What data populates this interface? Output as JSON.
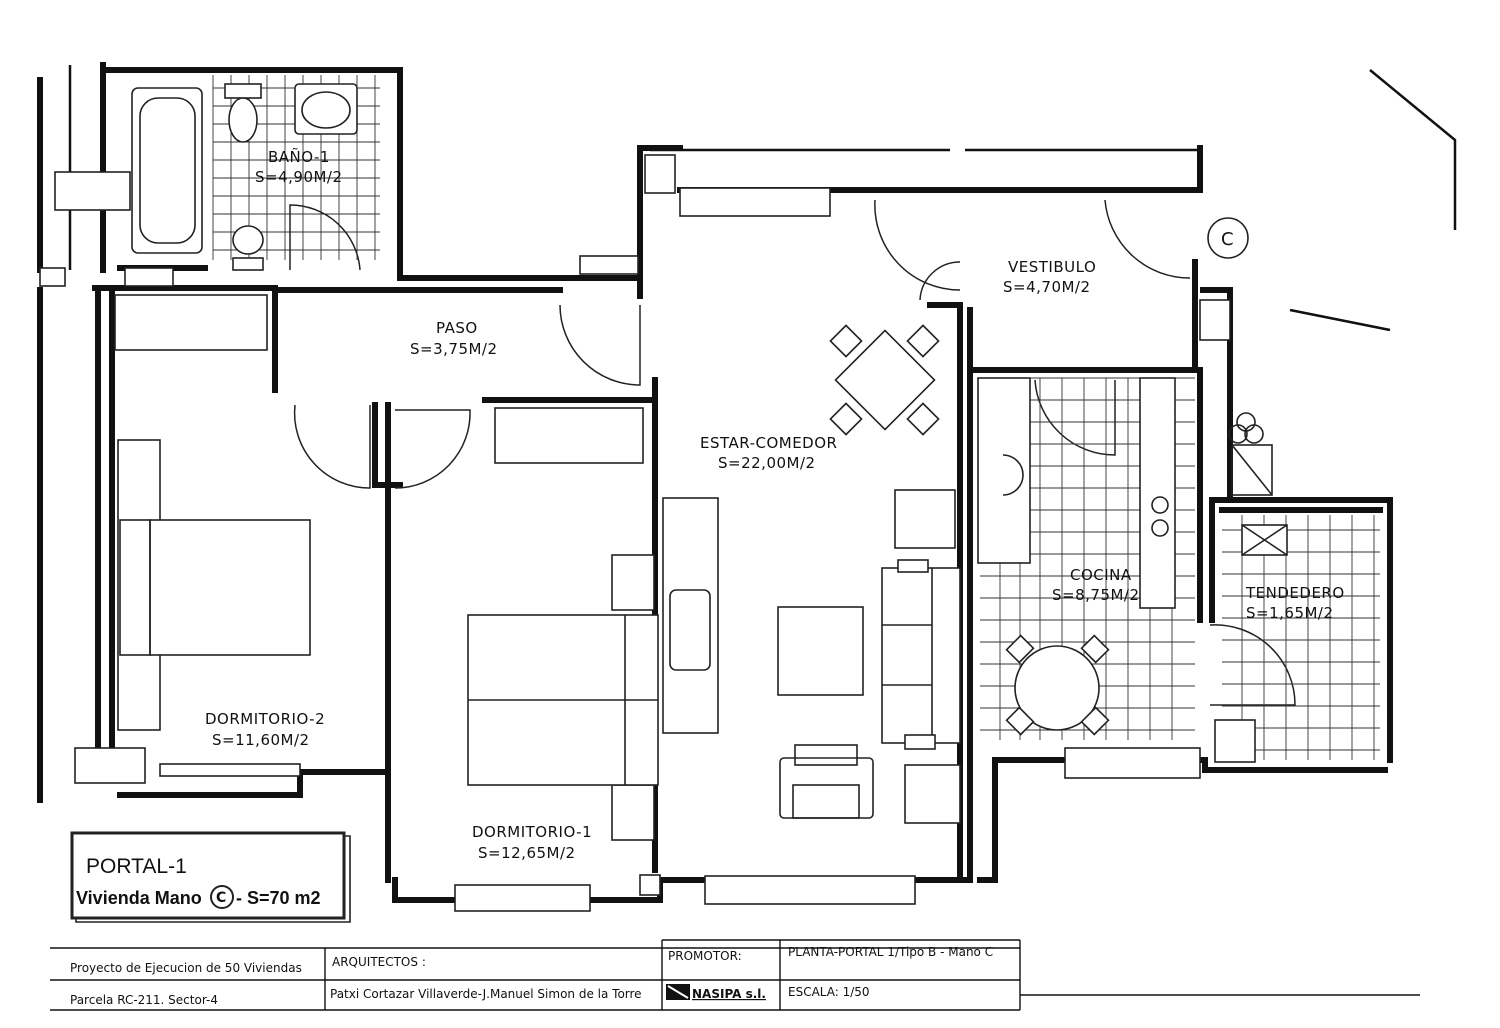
{
  "rooms": {
    "bano": {
      "name": "BAÑO-1",
      "area": "S=4,90M/2"
    },
    "paso": {
      "name": "PASO",
      "area": "S=3,75M/2"
    },
    "vestibulo": {
      "name": "VESTIBULO",
      "area": "S=4,70M/2"
    },
    "estar": {
      "name": "ESTAR-COMEDOR",
      "area": "S=22,00M/2"
    },
    "dormitorio2": {
      "name": "DORMITORIO-2",
      "area": "S=11,60M/2"
    },
    "dormitorio1": {
      "name": "DORMITORIO-1",
      "area": "S=12,65M/2"
    },
    "cocina": {
      "name": "COCINA",
      "area": "S=8,75M/2"
    },
    "tendedero": {
      "name": "TENDEDERO",
      "area": "S=1,65M/2"
    }
  },
  "marker": "C",
  "portal_box": {
    "title": "PORTAL-1",
    "unit_prefix": "Vivienda Mano",
    "unit_letter": "C",
    "unit_suffix": " - S=70 m2"
  },
  "title_block": {
    "project": "Proyecto de Ejecucion de 50 Viviendas",
    "parcel": "Parcela RC-211. Sector-4",
    "architects_label": "ARQUITECTOS :",
    "architects": "Patxi Cortazar Villaverde-J.Manuel Simon de la Torre",
    "promoter_label": "PROMOTOR:",
    "promoter": "NASIPA s.l.",
    "plan": "PLANTA-PORTAL 1/Tipo B - Mano C",
    "scale": "ESCALA: 1/50"
  }
}
